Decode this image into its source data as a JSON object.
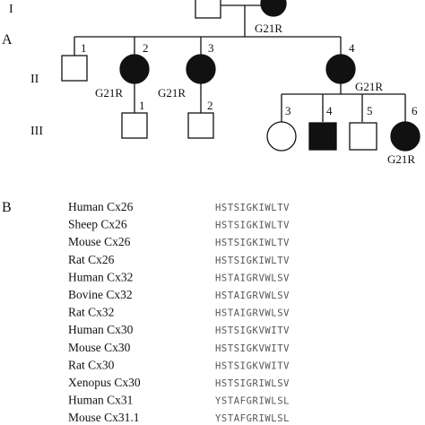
{
  "panels": {
    "a": "A",
    "b": "B"
  },
  "generations": [
    "I",
    "II",
    "III"
  ],
  "mutation": "G21R",
  "gen2_numbers": [
    "1",
    "2",
    "3",
    "4"
  ],
  "gen3_numbers": [
    "1",
    "2",
    "3",
    "4",
    "5",
    "6"
  ],
  "alignment": [
    {
      "species": "Human Cx26",
      "seq": "HSTSIGKIWLTV"
    },
    {
      "species": "Sheep Cx26",
      "seq": "HSTSIGKIWLTV"
    },
    {
      "species": "Mouse Cx26",
      "seq": "HSTSIGKIWLTV"
    },
    {
      "species": "Rat Cx26",
      "seq": "HSTSIGKIWLTV"
    },
    {
      "species": "Human Cx32",
      "seq": "HSTAIGRVWLSV"
    },
    {
      "species": "Bovine Cx32",
      "seq": "HSTAIGRVWLSV"
    },
    {
      "species": "Rat Cx32",
      "seq": "HSTAIGRVWLSV"
    },
    {
      "species": "Human Cx30",
      "seq": "HSTSIGKVWITV"
    },
    {
      "species": "Mouse Cx30",
      "seq": "HSTSIGKVWITV"
    },
    {
      "species": "Rat Cx30",
      "seq": "HSTSIGKVWITV"
    },
    {
      "species": "Xenopus Cx30",
      "seq": "HSTSIGRIWLSV"
    },
    {
      "species": "Human Cx31",
      "seq": "YSTAFGRIWLSL"
    },
    {
      "species": "Mouse Cx31.1",
      "seq": "YSTAFGRIWLSL"
    }
  ]
}
